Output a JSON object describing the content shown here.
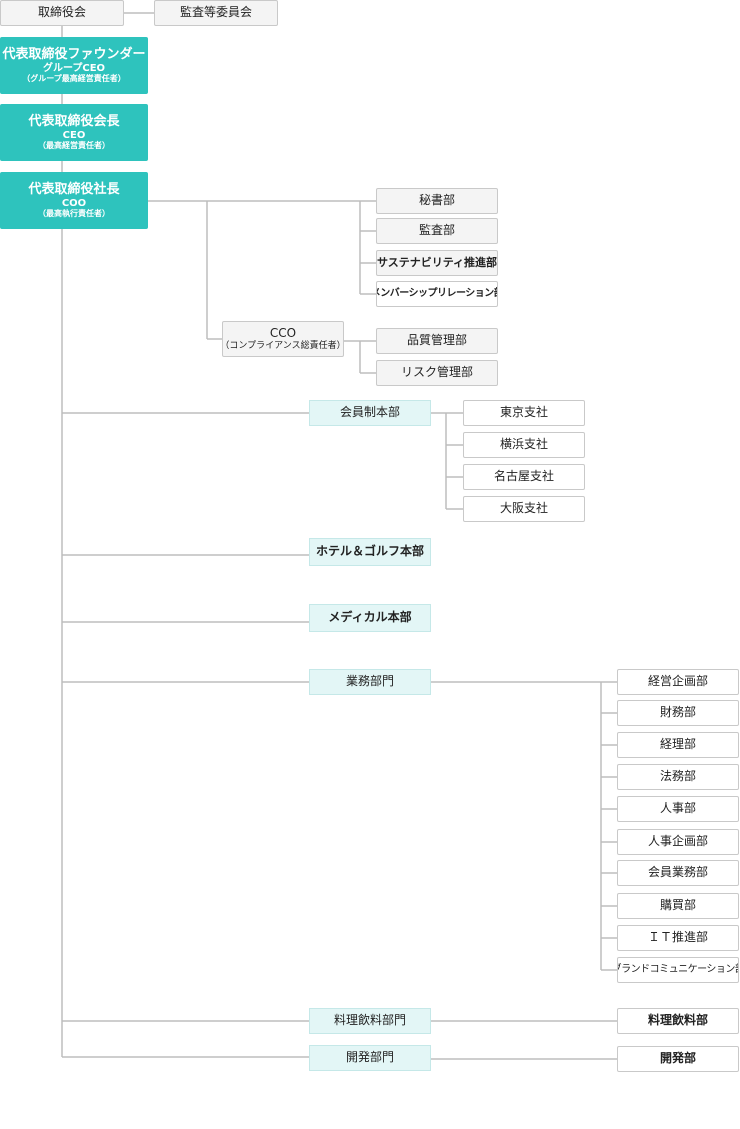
{
  "board": {
    "label": "取締役会"
  },
  "audit_committee": {
    "label": "監査等委員会"
  },
  "executives": [
    {
      "title": "代表取締役ファウンダー",
      "role": "グループCEO",
      "note": "（グループ最高経営責任者）"
    },
    {
      "title": "代表取締役会長",
      "role": "CEO",
      "note": "（最高経営責任者）"
    },
    {
      "title": "代表取締役社長",
      "role": "COO",
      "note": "（最高執行責任者）"
    }
  ],
  "president_departments": [
    "秘書部",
    "監査部",
    "サステナビリティ推進部",
    "メンバーシップリレーション部"
  ],
  "cco": {
    "title": "CCO",
    "note": "（コンプライアンス総責任者）"
  },
  "cco_departments": [
    "品質管理部",
    "リスク管理部"
  ],
  "membership_hq": {
    "label": "会員制本部",
    "branches": [
      "東京支社",
      "横浜支社",
      "名古屋支社",
      "大阪支社"
    ]
  },
  "hotel_golf_hq": {
    "label": "ホテル＆ゴルフ本部"
  },
  "medical_hq": {
    "label": "メディカル本部"
  },
  "business_division": {
    "label": "業務部門",
    "departments": [
      "経営企画部",
      "財務部",
      "経理部",
      "法務部",
      "人事部",
      "人事企画部",
      "会員業務部",
      "購買部",
      "ＩＴ推進部",
      "ブランドコミュニケーション部"
    ]
  },
  "food_division": {
    "label": "料理飲料部門",
    "department": "料理飲料部"
  },
  "development_division": {
    "label": "開発部門",
    "department": "開発部"
  },
  "colors": {
    "executive": "#2ec3bd",
    "headquarters": "#e3f6f6",
    "connector": "#bdbdbd"
  }
}
